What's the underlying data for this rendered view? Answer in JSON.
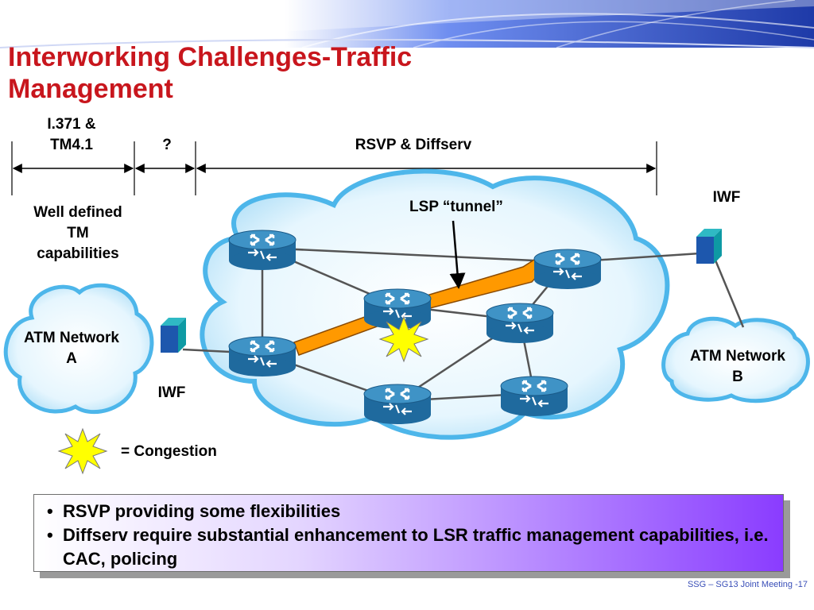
{
  "title_line1": "Interworking Challenges-Traffic",
  "title_line2": "Management",
  "segments": {
    "seg1_line1": "I.371 &",
    "seg1_line2": "TM4.1",
    "seg2": "?",
    "seg3": "RSVP & Diffserv"
  },
  "labels": {
    "well_defined_line1": "Well defined",
    "well_defined_line2": "TM",
    "well_defined_line3": "capabilities",
    "lsp_tunnel": "LSP “tunnel”",
    "iwf_left": "IWF",
    "iwf_right": "IWF",
    "atm_a_line1": "ATM Network",
    "atm_a_line2": "A",
    "atm_b_line1": "ATM Network",
    "atm_b_line2": "B",
    "congestion_legend": "= Congestion"
  },
  "bullets": [
    "RSVP providing some flexibilities",
    "Diffserv require substantial enhancement to LSR traffic management capabilities, i.e. CAC, policing"
  ],
  "footer": "SSG – SG13 Joint Meeting -17",
  "colors": {
    "title": "#c8161d",
    "cloud_fill": "#dff3fd",
    "cloud_edge": "#4db6ea",
    "router_top": "#3f93c6",
    "router_side": "#1f6a9e",
    "tunnel": "#ff9900",
    "congestion": "#ffff00",
    "bullet_gradient_end": "#8a3cff"
  }
}
